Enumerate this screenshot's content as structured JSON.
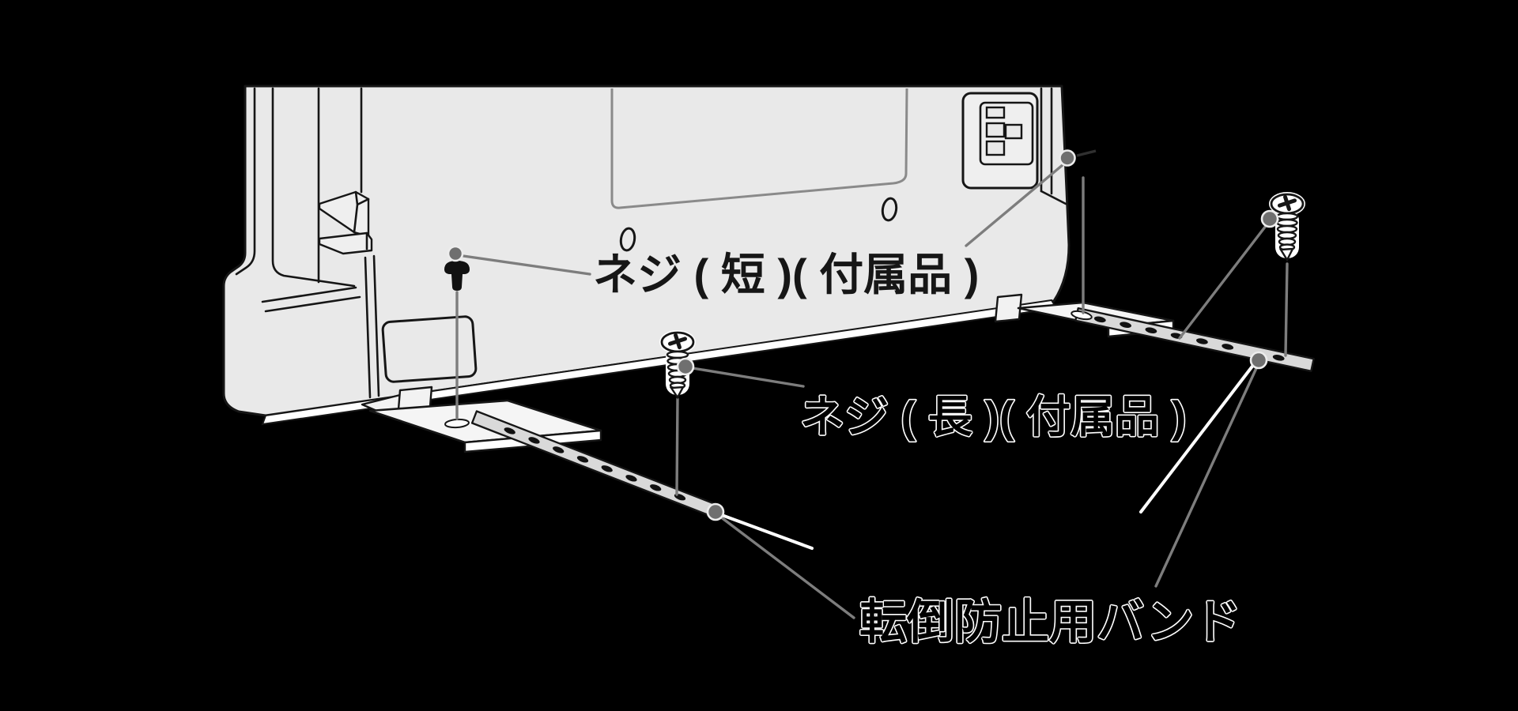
{
  "figure": {
    "type": "appliance-installation-diagram",
    "background_color": "#000000",
    "colors": {
      "body_fill": "#e9e9e9",
      "outline": "#161616",
      "leader_gray": "#7d7d7d",
      "pointer_white": "#ffffff",
      "marker_dot": "#6f6f6f",
      "band_fill": "#d9d9d9",
      "label_fill": "#000000",
      "label_outline": "#ffffff"
    },
    "labels": {
      "screw_short": "ネジ ( 短 )( 付属品 )",
      "screw_long": "ネジ ( 長 )( 付属品 )",
      "anti_tip_band": "転倒防止用バンド"
    },
    "parts": [
      "appliance-rear-panel",
      "ac-inlet-block",
      "left-foot",
      "right-foot",
      "anti-tip-band-left",
      "anti-tip-band-right",
      "short-screw",
      "long-screw-center",
      "long-screw-right",
      "marker-dots",
      "leader-lines"
    ]
  }
}
